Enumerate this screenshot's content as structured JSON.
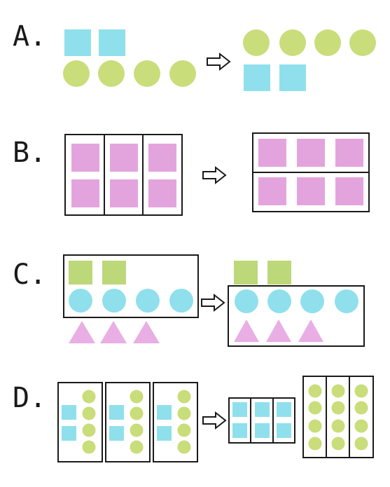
{
  "options": [
    {
      "label": "A."
    },
    {
      "label": "B."
    },
    {
      "label": "C."
    },
    {
      "label": "D."
    }
  ],
  "colors": {
    "square_blue": "#8fe0ec",
    "circle_green": "#c9dd7a",
    "square_pink": "#e3a4de",
    "triangle_pink": "#e9aee4",
    "square_green": "#bcd879",
    "outline": "#1a1a1a"
  },
  "icons": [
    "right-arrow-icon"
  ]
}
